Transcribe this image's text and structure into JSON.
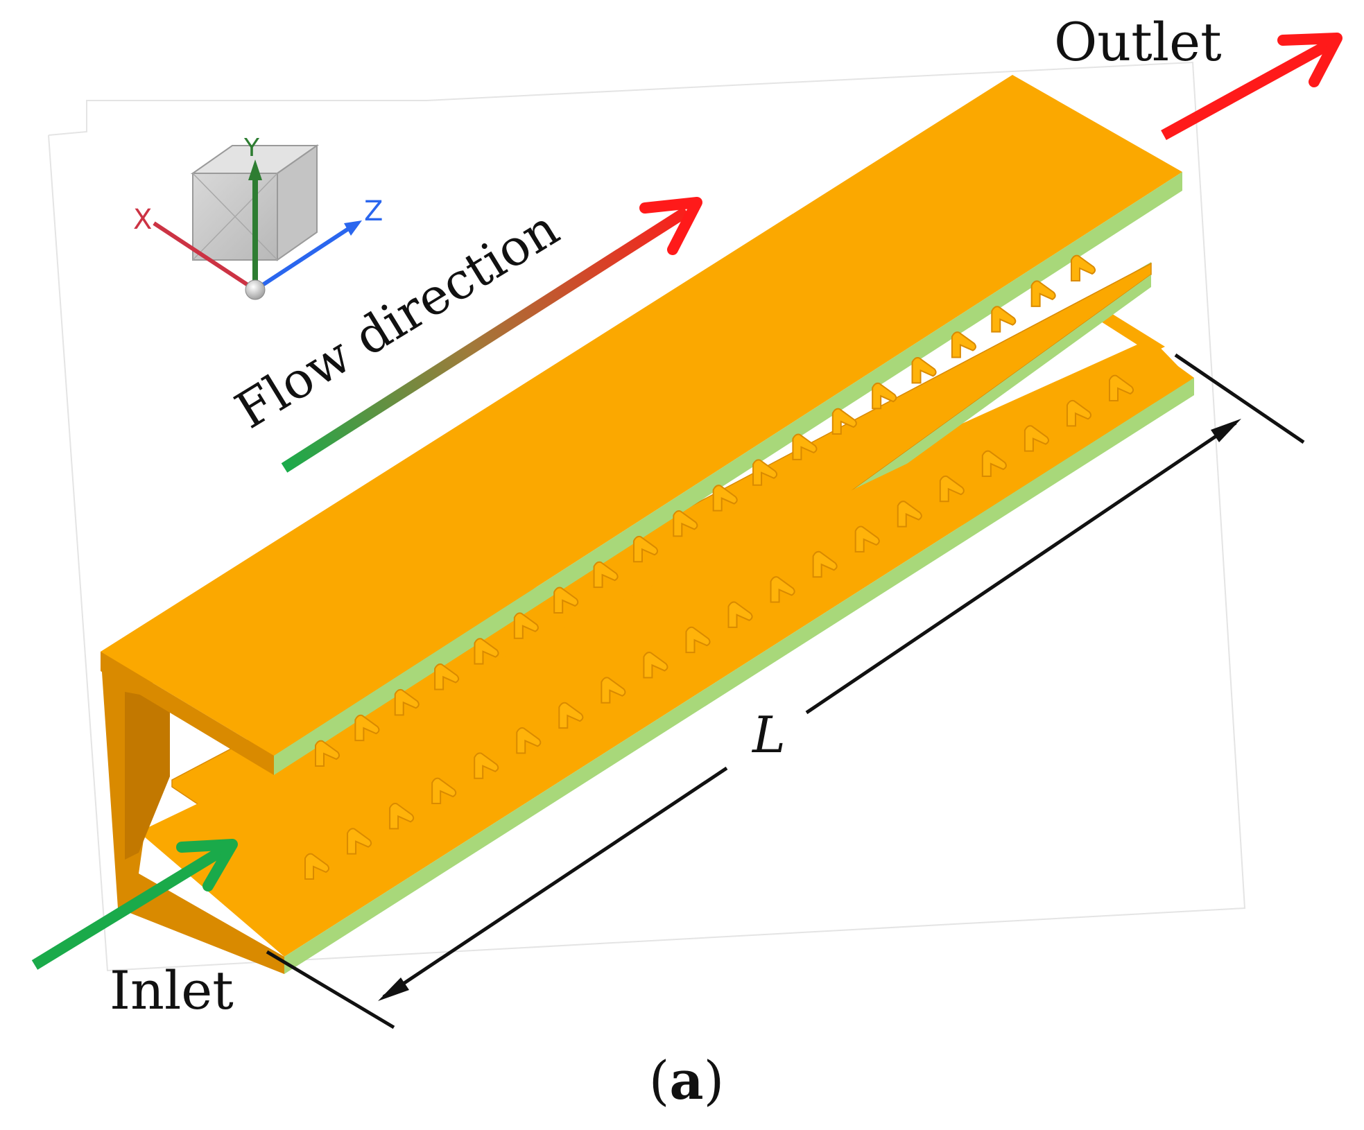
{
  "labels": {
    "outlet": "Outlet",
    "inlet": "Inlet",
    "flow_direction": "Flow direction",
    "length": "L",
    "caption_open": "(",
    "caption_letter": "a",
    "caption_close": ")"
  },
  "triad": {
    "x": "X",
    "y": "Y",
    "z": "Z"
  },
  "colors": {
    "plate_top": "#FBA800",
    "plate_dark": "#D98A00",
    "plate_edge": "#A8D87A",
    "inlet_arrow": "#1AAA4A",
    "outlet_arrow": "#FF1A1A",
    "axis_x": "#CC3344",
    "axis_y": "#2E7D32",
    "axis_z": "#2A66EE"
  },
  "icons": [
    "axis-triad-icon",
    "inlet-arrow-icon",
    "outlet-arrow-icon",
    "flow-direction-arrow-icon",
    "dimension-arrow-icon"
  ]
}
